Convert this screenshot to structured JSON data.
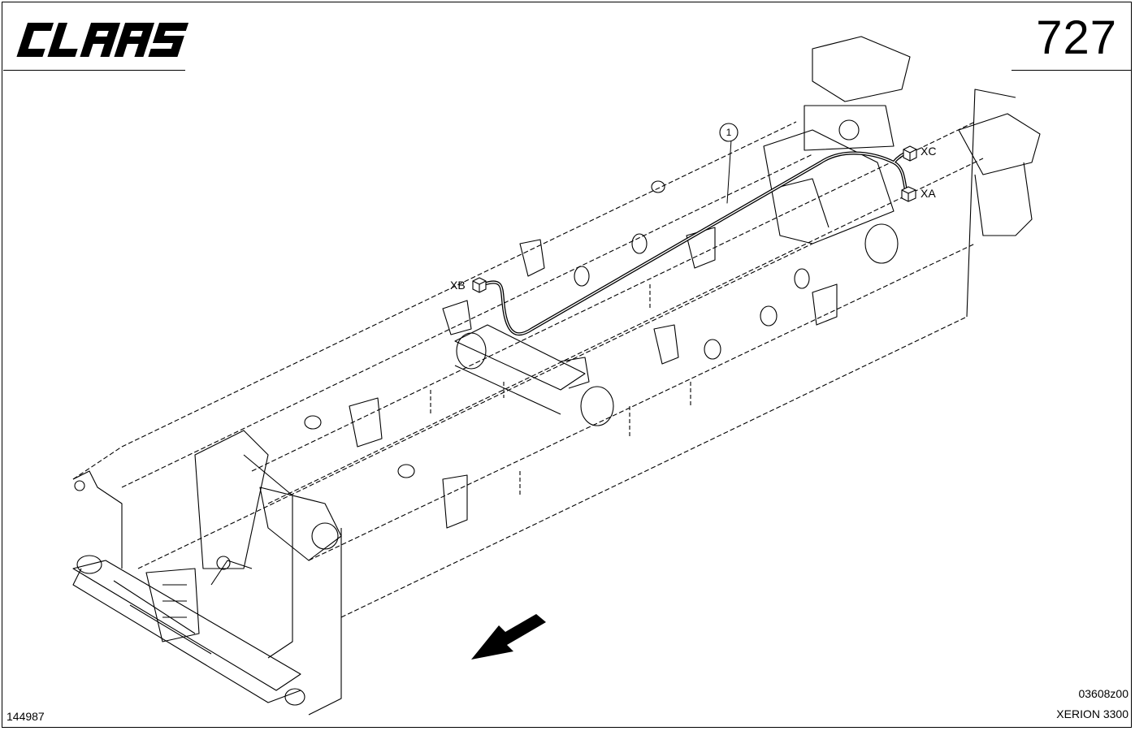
{
  "header": {
    "brand": "CLAAS",
    "page_number": "727"
  },
  "diagram": {
    "callout": "1",
    "connectors": {
      "xa": "XA",
      "xb": "XB",
      "xc": "XC"
    },
    "direction_arrow": "arrow-icon"
  },
  "footer": {
    "sheet_id": "144987",
    "drawing_id": "03608z00",
    "model": "XERION 3300"
  }
}
